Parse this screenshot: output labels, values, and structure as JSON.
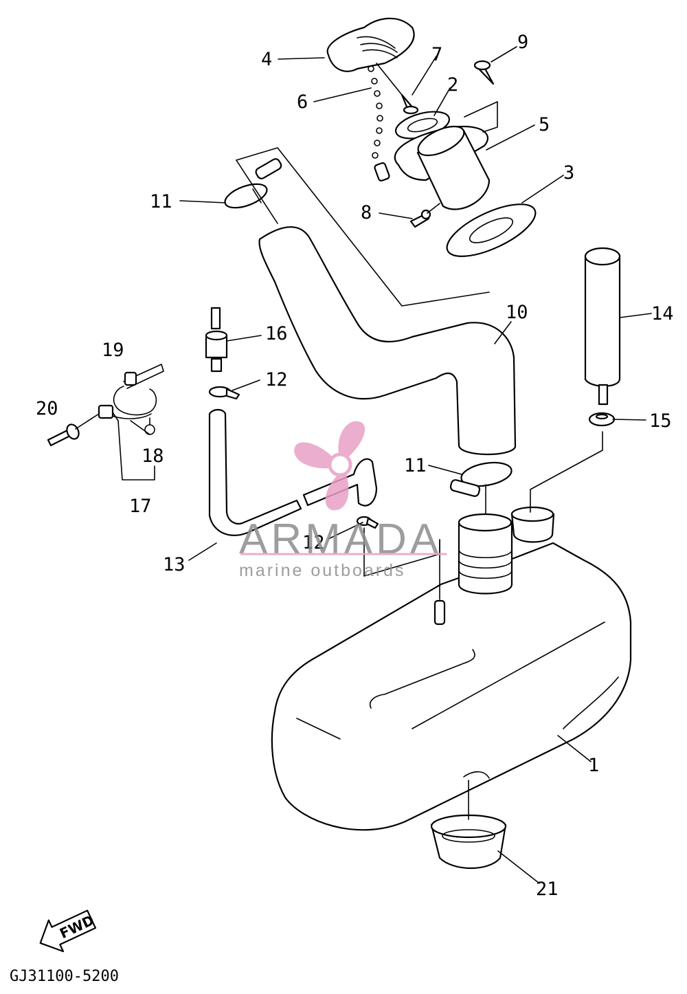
{
  "diagram_code": "GJ31100-5200",
  "fwd_arrow": {
    "text": "FWD"
  },
  "watermark": {
    "brand": "ARMADA",
    "tagline": "marine outboards",
    "brand_color": "#8c8c8c",
    "accent_color": "#e8a0c6",
    "icon": "propeller-icon"
  },
  "callouts": {
    "n1": "1",
    "n2": "2",
    "n3": "3",
    "n4": "4",
    "n5": "5",
    "n6": "6",
    "n7": "7",
    "n8": "8",
    "n9": "9",
    "n10": "10",
    "n11a": "11",
    "n11b": "11",
    "n12a": "12",
    "n12b": "12",
    "n13": "13",
    "n14": "14",
    "n15": "15",
    "n16": "16",
    "n17": "17",
    "n18": "18",
    "n19": "19",
    "n20": "20",
    "n21": "21"
  }
}
